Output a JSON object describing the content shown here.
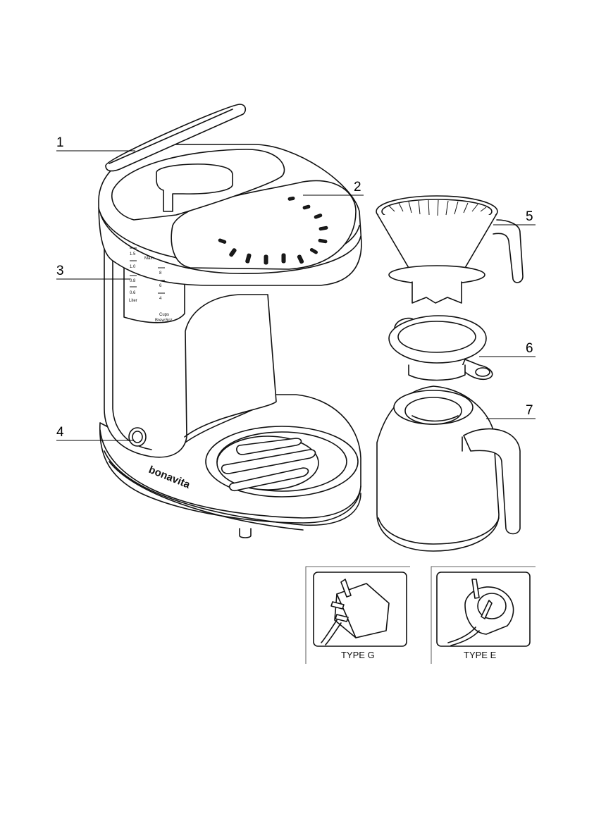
{
  "callouts": [
    {
      "number": "1",
      "part": "lid"
    },
    {
      "number": "2",
      "part": "shower-head"
    },
    {
      "number": "3",
      "part": "water-level-window"
    },
    {
      "number": "4",
      "part": "power-button"
    },
    {
      "number": "5",
      "part": "filter-basket"
    },
    {
      "number": "6",
      "part": "carafe-lid"
    },
    {
      "number": "7",
      "part": "carafe"
    }
  ],
  "brand_text": "bonavita",
  "scale_left": [
    "1.5",
    "1.0",
    "0.8",
    "0.6",
    "Liter"
  ],
  "scale_mid": [
    "Max.",
    "8",
    "6",
    "4"
  ],
  "scale_small": [
    "Cups",
    "Brew.5oz"
  ],
  "plug_panels": [
    {
      "label": "TYPE G",
      "icon": "type-g-plug-icon"
    },
    {
      "label": "TYPE E",
      "icon": "type-e-plug-icon"
    }
  ],
  "colors": {
    "line": "#111111",
    "background": "#ffffff"
  }
}
